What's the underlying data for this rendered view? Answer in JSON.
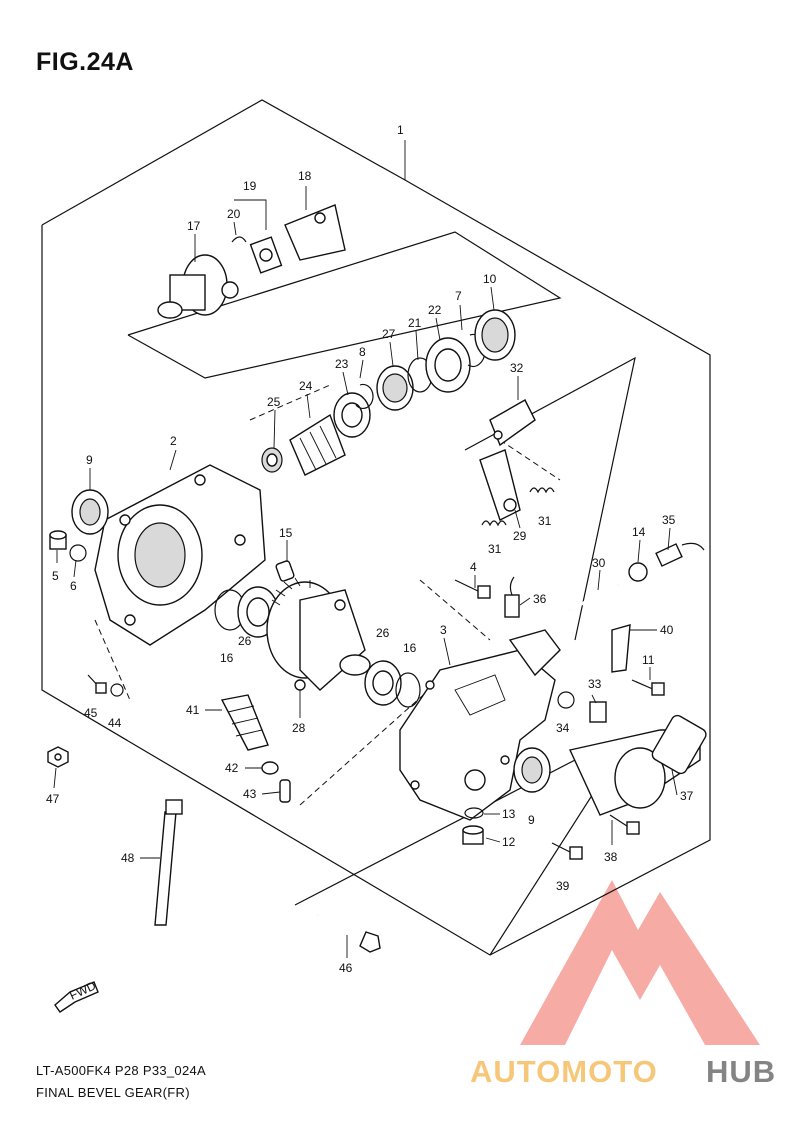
{
  "figure": {
    "title": "FIG.24A",
    "caption_model": "LT-A500FK4 P28 P33_024A",
    "caption_name": "FINAL BEVEL GEAR(FR)",
    "fwd_label": "FWD"
  },
  "watermark": {
    "word_part1": "AUTOMOTO",
    "word_part2": "HUB",
    "colors": {
      "triangle": "#f28b82",
      "part1": "#f6c26b",
      "part2": "#777777"
    }
  },
  "callouts": [
    {
      "id": "c1",
      "label": "1"
    },
    {
      "id": "c2",
      "label": "2"
    },
    {
      "id": "c3",
      "label": "3"
    },
    {
      "id": "c4",
      "label": "4"
    },
    {
      "id": "c5",
      "label": "5"
    },
    {
      "id": "c6",
      "label": "6"
    },
    {
      "id": "c7",
      "label": "7"
    },
    {
      "id": "c8",
      "label": "8"
    },
    {
      "id": "c9a",
      "label": "9"
    },
    {
      "id": "c9b",
      "label": "9"
    },
    {
      "id": "c10",
      "label": "10"
    },
    {
      "id": "c11",
      "label": "11"
    },
    {
      "id": "c12",
      "label": "12"
    },
    {
      "id": "c13",
      "label": "13"
    },
    {
      "id": "c14",
      "label": "14"
    },
    {
      "id": "c15",
      "label": "15"
    },
    {
      "id": "c16a",
      "label": "16"
    },
    {
      "id": "c16b",
      "label": "16"
    },
    {
      "id": "c17",
      "label": "17"
    },
    {
      "id": "c18",
      "label": "18"
    },
    {
      "id": "c19",
      "label": "19"
    },
    {
      "id": "c20",
      "label": "20"
    },
    {
      "id": "c21",
      "label": "21"
    },
    {
      "id": "c22",
      "label": "22"
    },
    {
      "id": "c23",
      "label": "23"
    },
    {
      "id": "c24",
      "label": "24"
    },
    {
      "id": "c25",
      "label": "25"
    },
    {
      "id": "c26a",
      "label": "26"
    },
    {
      "id": "c26b",
      "label": "26"
    },
    {
      "id": "c27",
      "label": "27"
    },
    {
      "id": "c28",
      "label": "28"
    },
    {
      "id": "c29",
      "label": "29"
    },
    {
      "id": "c30",
      "label": "30"
    },
    {
      "id": "c31a",
      "label": "31"
    },
    {
      "id": "c31b",
      "label": "31"
    },
    {
      "id": "c32",
      "label": "32"
    },
    {
      "id": "c33",
      "label": "33"
    },
    {
      "id": "c34",
      "label": "34"
    },
    {
      "id": "c35",
      "label": "35"
    },
    {
      "id": "c36",
      "label": "36"
    },
    {
      "id": "c37",
      "label": "37"
    },
    {
      "id": "c38",
      "label": "38"
    },
    {
      "id": "c39",
      "label": "39"
    },
    {
      "id": "c40",
      "label": "40"
    },
    {
      "id": "c41",
      "label": "41"
    },
    {
      "id": "c42",
      "label": "42"
    },
    {
      "id": "c43",
      "label": "43"
    },
    {
      "id": "c44",
      "label": "44"
    },
    {
      "id": "c45",
      "label": "45"
    },
    {
      "id": "c46",
      "label": "46"
    },
    {
      "id": "c47",
      "label": "47"
    },
    {
      "id": "c48",
      "label": "48"
    }
  ]
}
